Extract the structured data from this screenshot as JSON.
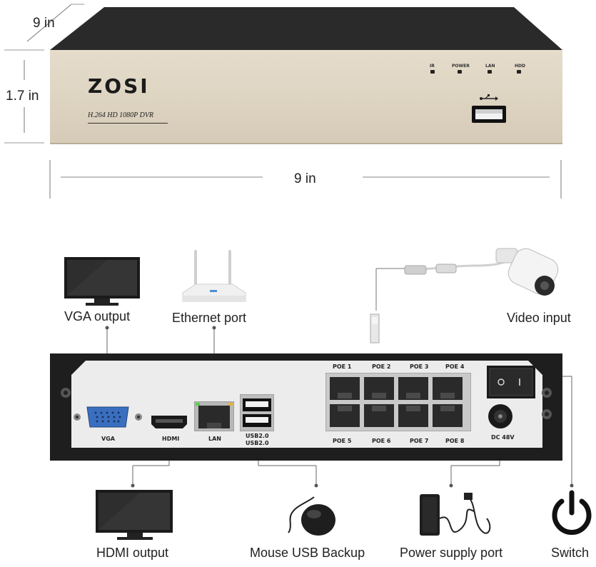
{
  "dimensions": {
    "depth": "9 in",
    "height": "1.7 in",
    "width": "9 in"
  },
  "front_panel": {
    "brand": "ZOSI",
    "model": "H.264 HD 1080P DVR",
    "leds": [
      "IR",
      "POWER",
      "LAN",
      "HDD"
    ],
    "usb_icon": "usb-icon"
  },
  "back_panel": {
    "vga_label": "VGA",
    "hdmi_label": "HDMI",
    "lan_label": "LAN",
    "usb_label_1": "USB2.0",
    "usb_label_2": "USB2.0",
    "poe_top": [
      "POE 1",
      "POE 2",
      "POE 3",
      "POE 4"
    ],
    "poe_bottom": [
      "POE 5",
      "POE 6",
      "POE 7",
      "POE 8"
    ],
    "dc_label": "DC 48V"
  },
  "callouts": {
    "vga_output": "VGA output",
    "ethernet_port": "Ethernet port",
    "video_input": "Video input",
    "hdmi_output": "HDMI output",
    "mouse_usb_backup": "Mouse USB Backup",
    "power_supply_port": "Power supply port",
    "switch": "Switch"
  }
}
